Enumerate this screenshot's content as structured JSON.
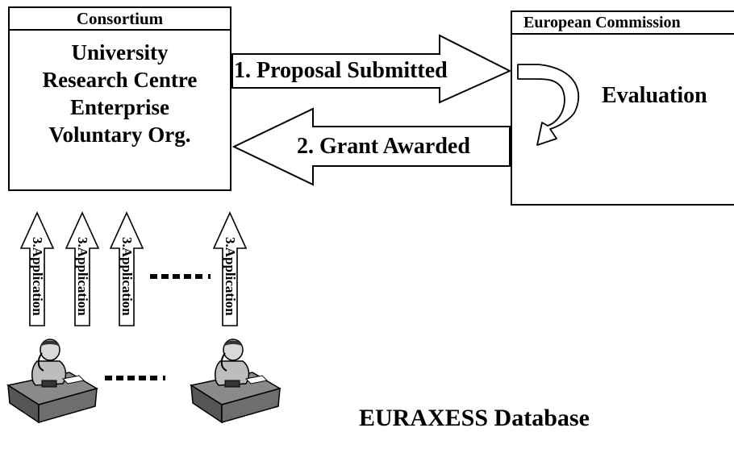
{
  "consortium": {
    "header": "Consortium",
    "members": [
      "University",
      "Research Centre",
      "Enterprise",
      "Voluntary Org."
    ]
  },
  "commission": {
    "header": "European Commission",
    "evaluation": "Evaluation"
  },
  "flows": {
    "proposal": "1. Proposal Submitted",
    "grant": "2. Grant Awarded",
    "application": "3.Application"
  },
  "database_label": "EURAXESS Database",
  "icons": {
    "researcher": "researcher-at-desk-icon",
    "cycle": "curved-cycle-arrow-icon"
  }
}
